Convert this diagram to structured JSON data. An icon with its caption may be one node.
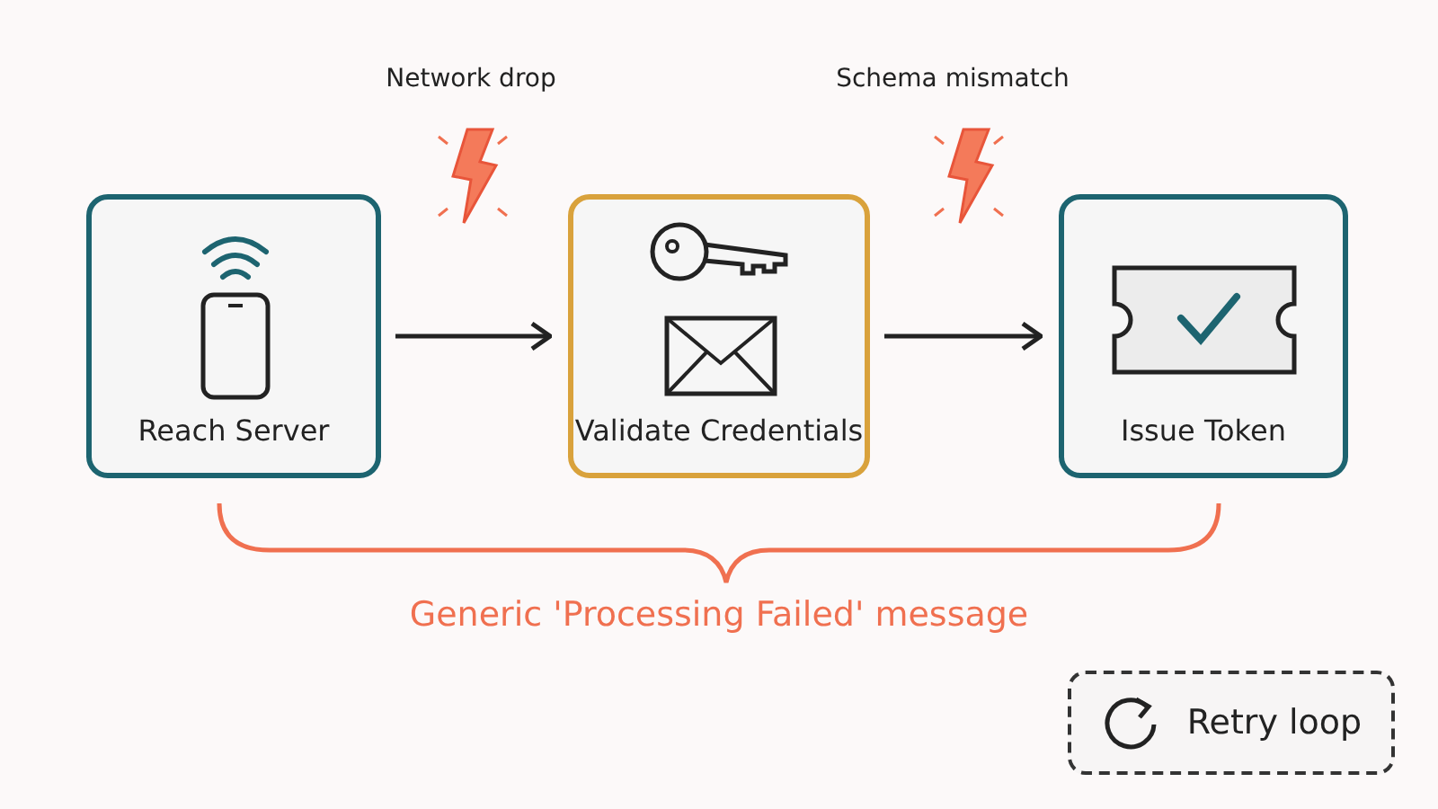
{
  "diagram": {
    "nodes": [
      {
        "text": [
          "Reach Server"
        ]
      },
      {
        "text": [
          "Validate Credentials"
        ]
      },
      {
        "text": [
          "Issue Token"
        ]
      },
      {
        "text": [
          "Retry loop"
        ]
      }
    ],
    "edges": [
      {
        "from": 0,
        "to": 1,
        "arrow": "to"
      },
      {
        "from": 1,
        "to": 2,
        "arrow": "to"
      }
    ],
    "labels": [
      "Network drop",
      "Schema mismatch",
      "Generic 'Processing Failed' message"
    ]
  }
}
